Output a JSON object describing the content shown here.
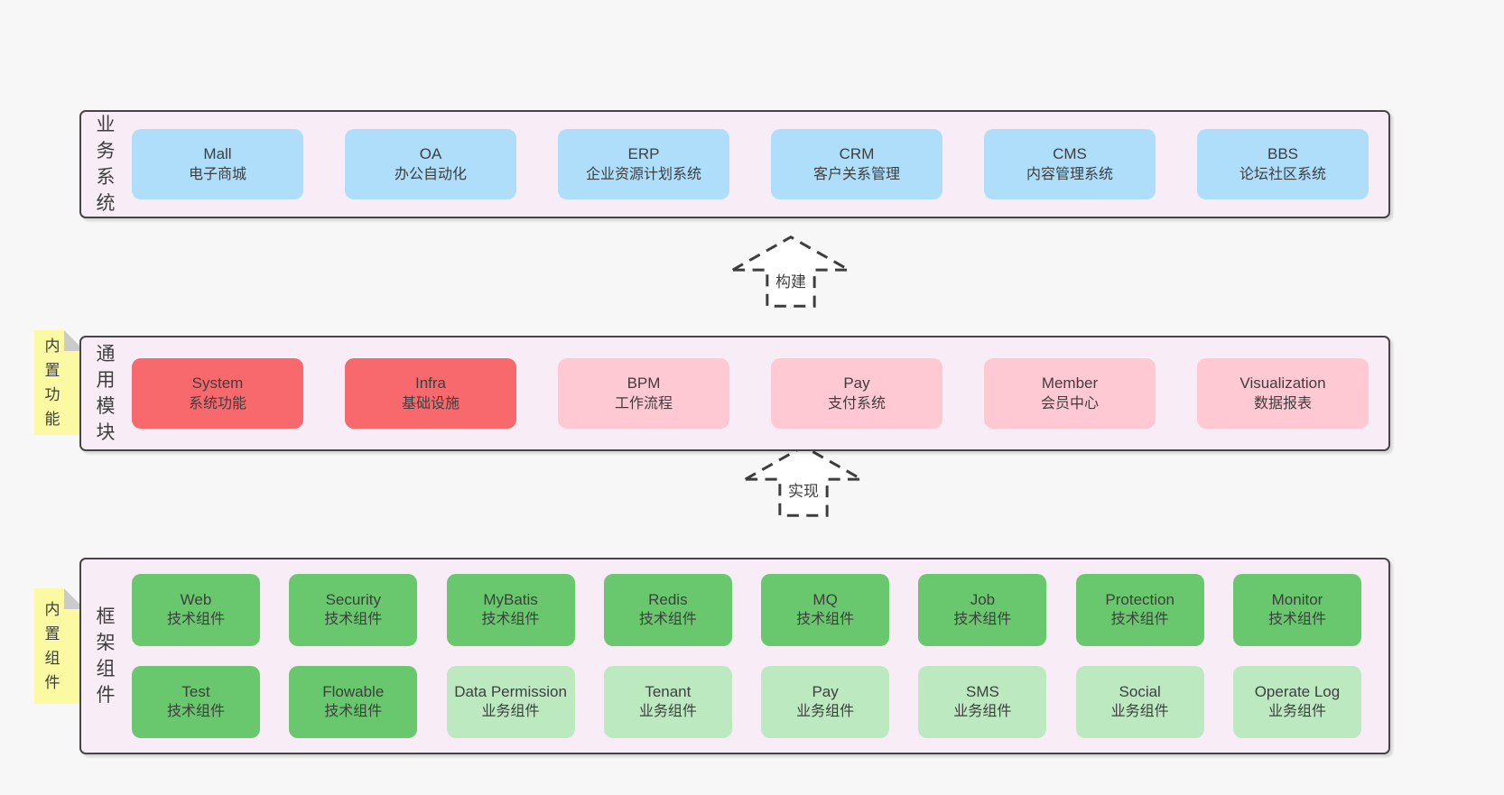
{
  "colors": {
    "page-bg": "#f7f7f7",
    "band-bg": "#f8edf6",
    "band-border": "#454545",
    "box-blue": "#afdefa",
    "box-red": "#f7696d",
    "box-pink": "#ffc9d3",
    "box-green": "#69c86e",
    "box-lightgreen": "#bde9c1",
    "sticky-yellow": "#fbfaa2",
    "sticky-fold": "#cbcbcb",
    "text": "#3e3e3e",
    "arrow": "#3d3d3d"
  },
  "bands": {
    "business": {
      "label": "业务系统",
      "boxes": [
        {
          "en": "Mall",
          "zh": "电子商城"
        },
        {
          "en": "OA",
          "zh": "办公自动化"
        },
        {
          "en": "ERP",
          "zh": "企业资源计划系统"
        },
        {
          "en": "CRM",
          "zh": "客户关系管理"
        },
        {
          "en": "CMS",
          "zh": "内容管理系统"
        },
        {
          "en": "BBS",
          "zh": "论坛社区系统"
        }
      ]
    },
    "common": {
      "label": "通用模块",
      "sticky": "内置功能",
      "boxes": [
        {
          "en": "System",
          "zh": "系统功能"
        },
        {
          "en": "Infra",
          "zh": "基础设施"
        },
        {
          "en": "BPM",
          "zh": "工作流程"
        },
        {
          "en": "Pay",
          "zh": "支付系统"
        },
        {
          "en": "Member",
          "zh": "会员中心"
        },
        {
          "en": "Visualization",
          "zh": "数据报表"
        }
      ]
    },
    "framework": {
      "label": "框架组件",
      "sticky": "内置组件",
      "row1": [
        {
          "en": "Web",
          "zh": "技术组件"
        },
        {
          "en": "Security",
          "zh": "技术组件"
        },
        {
          "en": "MyBatis",
          "zh": "技术组件"
        },
        {
          "en": "Redis",
          "zh": "技术组件"
        },
        {
          "en": "MQ",
          "zh": "技术组件"
        },
        {
          "en": "Job",
          "zh": "技术组件"
        },
        {
          "en": "Protection",
          "zh": "技术组件"
        },
        {
          "en": "Monitor",
          "zh": "技术组件"
        }
      ],
      "row2": [
        {
          "en": "Test",
          "zh": "技术组件"
        },
        {
          "en": "Flowable",
          "zh": "技术组件"
        },
        {
          "en": "Data Permission",
          "zh": "业务组件"
        },
        {
          "en": "Tenant",
          "zh": "业务组件"
        },
        {
          "en": "Pay",
          "zh": "业务组件"
        },
        {
          "en": "SMS",
          "zh": "业务组件"
        },
        {
          "en": "Social",
          "zh": "业务组件"
        },
        {
          "en": "Operate Log",
          "zh": "业务组件"
        }
      ]
    }
  },
  "arrows": {
    "build": {
      "label": "构建"
    },
    "implement": {
      "label": "实现"
    }
  }
}
